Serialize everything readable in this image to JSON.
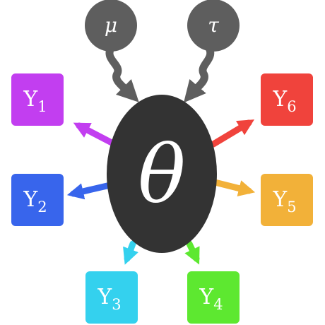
{
  "parents": [
    {
      "label": "μ",
      "color": "#5e5e5e"
    },
    {
      "label": "τ",
      "color": "#5e5e5e"
    }
  ],
  "center": {
    "label": "θ",
    "color": "#333333"
  },
  "outputs": [
    {
      "base": "Y",
      "sub": "1",
      "color": "#c23ef0"
    },
    {
      "base": "Y",
      "sub": "2",
      "color": "#3865ec"
    },
    {
      "base": "Y",
      "sub": "3",
      "color": "#34d1ee"
    },
    {
      "base": "Y",
      "sub": "4",
      "color": "#5de830"
    },
    {
      "base": "Y",
      "sub": "5",
      "color": "#f2b139"
    },
    {
      "base": "Y",
      "sub": "6",
      "color": "#f0433c"
    }
  ],
  "parent_arrow_color": "#5e5e5e"
}
